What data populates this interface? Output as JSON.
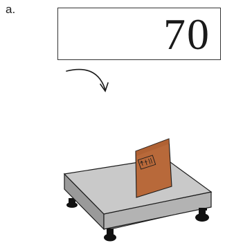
{
  "step": {
    "label": "a."
  },
  "display": {
    "reading": "70"
  },
  "illustration": {
    "arrow_icon": "curved-arrow-down-right",
    "object": "cardboard-box",
    "device": "platform-scale"
  },
  "colors": {
    "outline": "#1a1a1a",
    "scale_top": "#c8c8c8",
    "scale_side": "#a9a9a9",
    "box": "#b8693a",
    "box_edge": "#8a4a25",
    "feet": "#111111"
  }
}
